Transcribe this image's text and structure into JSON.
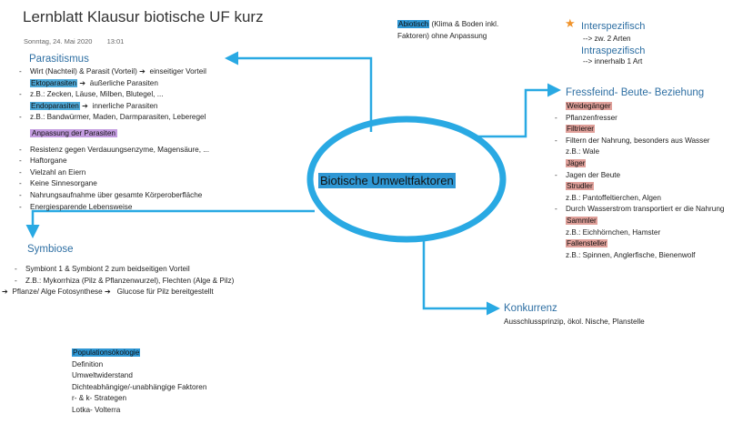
{
  "header": {
    "title": "Lernblatt Klausur biotische UF kurz",
    "date": "Sonntag, 24. Mai 2020",
    "time": "13:01"
  },
  "center_label": "Biotische Umweltfaktoren",
  "abiotisch": {
    "highlight": "Abiotisch",
    "text_line1": " (Klima & Boden inkl.",
    "text_line2": "Faktoren) ohne Anpassung"
  },
  "interspezifisch": {
    "star": "★",
    "title": "Interspezifisch",
    "line": "--> zw. 2 Arten",
    "title2": "Intraspezifisch",
    "line2": "--> innerhalb 1 Art"
  },
  "parasitismus": {
    "heading": "Parasitismus",
    "l1a": "Wirt (Nachteil) & Parasit (Vorteil) ",
    "l1b": "einseitiger Vorteil",
    "ekto": "Ektoparasiten",
    "ekto_txt": "äußerliche Parasiten",
    "l3": "z.B.: Zecken, Läuse, Milben, Blutegel, ...",
    "endo": "Endoparasiten",
    "endo_txt": "innerliche Parasiten",
    "l5": "z.B.: Bandwürmer, Maden, Darmparasiten, Leberegel",
    "anpassung": "Anpassung der Parasiten",
    "items": [
      "Resistenz gegen Verdauungsenzyme, Magensäure, ...",
      "Haftorgane",
      "Vielzahl an Eiern",
      "Keine Sinnesorgane",
      "Nahrungsaufnahme über gesamte Körperoberfläche",
      "Energiesparende Lebensweise"
    ]
  },
  "symbiose": {
    "heading": "Symbiose",
    "l1": "Symbiont 1 & Symbiont 2 zum beidseitigen Vorteil",
    "l2": "Z.B.: Mykorrhiza (Pilz & Pflanzenwurzel), Flechten (Alge & Pilz)",
    "l3a": "Pflanze/ Alge Fotosynthese ",
    "l3b": "Glucose für Pilz bereitgestellt"
  },
  "fressfeind": {
    "heading": "Fressfeind- Beute- Beziehung",
    "weide": "Weidegänger",
    "weide1": "Pflanzenfresser",
    "filtr": "Filtrierer",
    "filtr1": "Filtern der Nahrung, besonders aus Wasser",
    "filtr2": "z.B.: Wale",
    "jaeger": "Jäger",
    "jaeger1": "Jagen der Beute",
    "strud": "Strudler",
    "strud1": "z.B.: Pantoffeltierchen, Algen",
    "strud2": "Durch Wasserstrom transportiert er die Nahrung",
    "samm": "Sammler",
    "samm1": "z.B.: Eichhörnchen, Hamster",
    "fall": "Fallensteller",
    "fall1": "z.B.: Spinnen, Anglerfische, Bienenwolf"
  },
  "konkurrenz": {
    "heading": "Konkurrenz",
    "text": "Ausschlussprinzip, ökol. Nische, Planstelle"
  },
  "populationsoekologie": {
    "heading": "Populationsökologie",
    "items": [
      "Definition",
      "Umweltwiderstand",
      "Dichteabhängige/-unabhängige Faktoren",
      "r- & k- Strategen",
      "Lotka- Volterra"
    ]
  },
  "arrow_glyph": "➔",
  "colors": {
    "accent_blue": "#2f97d4",
    "arrow_blue": "#29a9e3",
    "heading_blue": "#2e6fa3",
    "red_hl": "#e0a09a",
    "purple_hl": "#c39be0",
    "star_orange": "#f0932b"
  }
}
